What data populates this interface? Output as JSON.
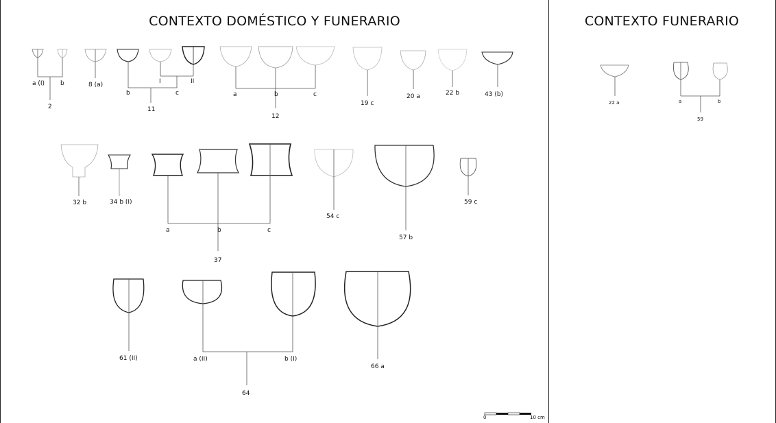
{
  "panels": {
    "left_title": "CONTEXTO DOMÉSTICO Y FUNERARIO",
    "right_title": "CONTEXTO FUNERARIO"
  },
  "scale_bar": {
    "start_label": "0",
    "end_label": "10 cm"
  },
  "labels": {
    "v2a": "a (I)",
    "v2b": "b",
    "g2": "2",
    "v8": "8 (a)",
    "v11b": "b",
    "v11c": "c",
    "v11I": "I",
    "v11II": "II",
    "g11": "11",
    "v12a": "a",
    "v12b": "b",
    "v12c": "c",
    "g12": "12",
    "v19": "19 c",
    "v20": "20 a",
    "v22": "22 b",
    "v43": "43 (b)",
    "v32": "32 b",
    "v34": "34 b (I)",
    "v37a": "a",
    "v37b": "b",
    "v37c": "c",
    "g37": "37",
    "v54": "54 c",
    "v57": "57 b",
    "v59": "59 c",
    "v61": "61 (II)",
    "v64a": "a (II)",
    "v64b": "b (I)",
    "g64": "64",
    "v66": "66 a",
    "r22": "22 a",
    "r59a": "a",
    "r59b": "b",
    "g59": "59"
  }
}
